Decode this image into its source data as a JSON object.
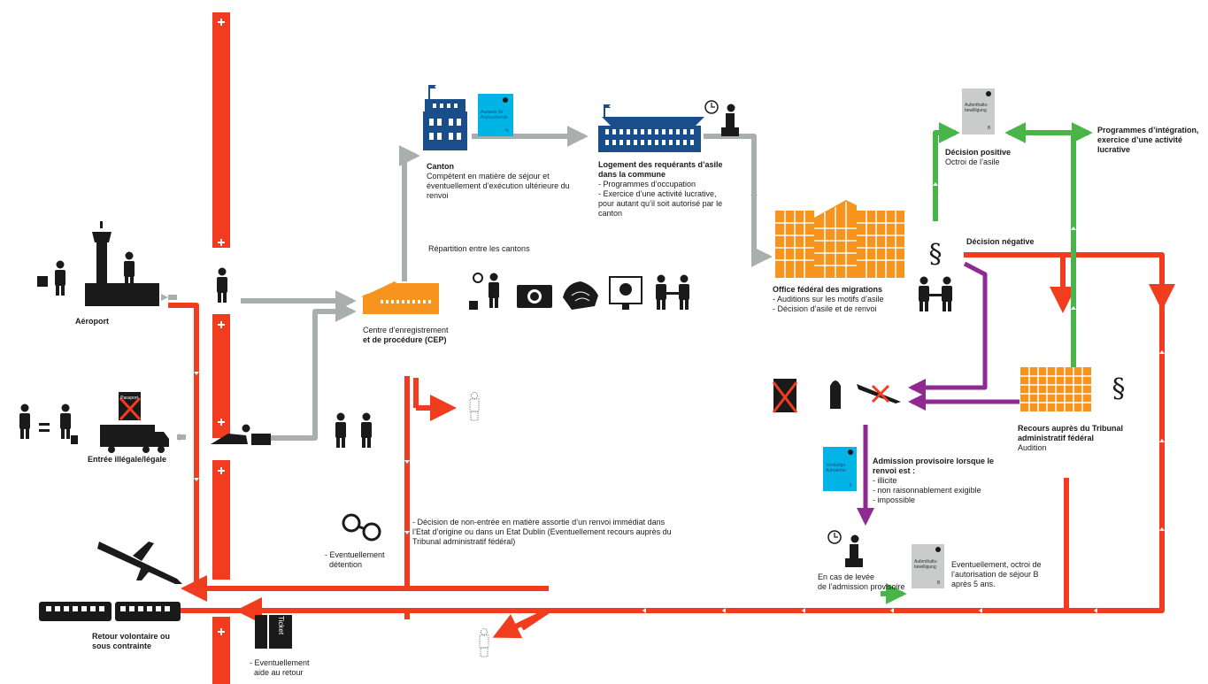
{
  "labels": {
    "airport": "Aéroport",
    "entry": "Entrée illégale/légale",
    "return": "Retour volontaire ou\nsous contrainte",
    "cep_line1": "Centre d’enregistrement",
    "cep_line2": "et de procédure (CEP)",
    "distribution": "Répartition entre les cantons",
    "canton_title": "Canton",
    "canton_desc": "Compétent en matière de séjour et éventuellement d’exécution ultérieure du renvoi",
    "housing_title": "Logement des requérants d’asile dans la commune",
    "housing_items": [
      "Programmes d’occupation",
      "Exercice d’une activité lucrative, pour autant qu’il soit autorisé par le canton"
    ],
    "ofm_title": "Office fédéral des migrations",
    "ofm_items": [
      "Auditions sur les motifs d’asile",
      "Décision d’asile et de renvoi"
    ],
    "positive_title": "Décision positive",
    "positive_desc": "Octroi de l’asile",
    "integration": "Programmes d’intégration, exercice d’une activité lucrative",
    "negative": "Décision négative",
    "tribunal_title": "Recours auprès du Tribunal administratif fédéral",
    "tribunal_desc": "Audition",
    "provisional_title": "Admission provisoire lorsque le renvoi est :",
    "provisional_items": [
      "illicite",
      "non raisonnablement exigible",
      "impossible"
    ],
    "lifting": "En cas de levée\nde l’admission provisoire",
    "permit_b": "Eventuellement, octroi de l’autorisation de séjour B après 5 ans.",
    "nonentry": "- Décision de non-entrée en matière assortie d’un renvoi immédiat dans l’Etat d’origine ou dans un Etat Dublin (Eventuellement recours auprès du Tribunal administratif fédéral)",
    "detention": "- Eventuellement\n  détention",
    "return_aid": "- Eventuellement\n  aide au retour",
    "ticket": "Ticket",
    "passport": "Passport",
    "doc_asylum": "Ausweis für Asylsuchende",
    "doc_asylum_letter": "N",
    "doc_provisional": "Vorläufige Aufnahme",
    "doc_provisional_letter": "F",
    "doc_permit": "Aufenthalts-bewilligung",
    "doc_permit_letter": "B",
    "paragraph_symbol": "§"
  },
  "colors": {
    "red": "#f23c1f",
    "green": "#49b548",
    "purple": "#8e2a91",
    "gray": "#a9afad",
    "blue": "#1a4e8a",
    "orange": "#f7941d",
    "cyan": "#00b4e6",
    "black": "#1a1a1a"
  },
  "icons": [
    "airport-tower-icon",
    "traveler-icon",
    "border-guard-icon",
    "building-cep-icon",
    "canton-building-icon",
    "housing-building-icon",
    "federal-office-building-icon",
    "tribunal-building-icon",
    "paragraph-icon",
    "clock-icon",
    "handcuffs-icon",
    "airplane-icon",
    "train-icon",
    "truck-icon",
    "ticket-icon",
    "camera-icon",
    "fingerprint-icon",
    "interview-icon",
    "rocket-icon",
    "crossed-plane-icon",
    "crossed-passport-icon",
    "document-n-icon",
    "document-f-icon",
    "document-b-icon"
  ]
}
